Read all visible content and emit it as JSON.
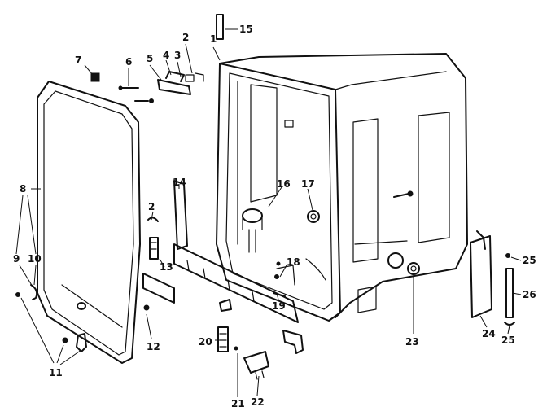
{
  "callouts": {
    "c1": "1",
    "c2a": "2",
    "c2b": "2",
    "c3": "3",
    "c4": "4",
    "c5": "5",
    "c6": "6",
    "c7": "7",
    "c8": "8",
    "c9": "9",
    "c10": "10",
    "c11": "11",
    "c12": "12",
    "c13": "13",
    "c14": "14",
    "c15": "15",
    "c16": "16",
    "c17": "17",
    "c18": "18",
    "c19": "19",
    "c20": "20",
    "c21": "21",
    "c22": "22",
    "c23": "23",
    "c24": "24",
    "c25a": "25",
    "c25b": "25",
    "c26": "26"
  }
}
